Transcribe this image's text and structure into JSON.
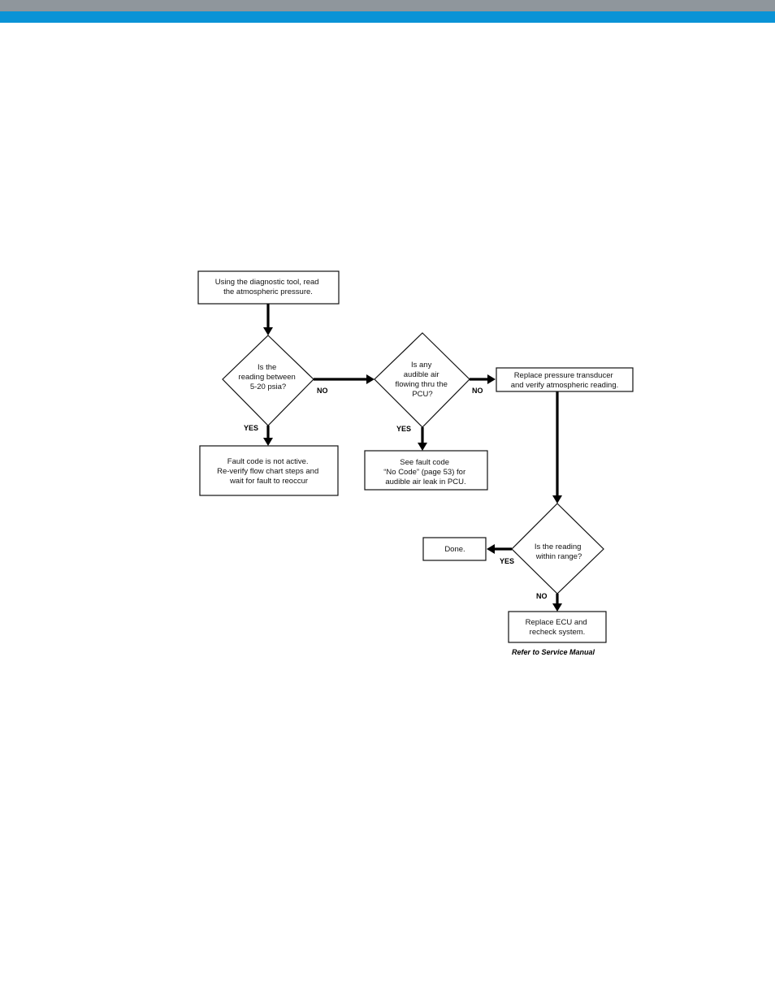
{
  "nodes": {
    "start": {
      "lines": [
        "Using the diagnostic tool, read",
        "the atmospheric pressure."
      ]
    },
    "decision_range": {
      "lines": [
        "Is the",
        "reading between",
        "5-20 psia?"
      ]
    },
    "fault_inactive": {
      "lines": [
        "Fault code is not active.",
        "Re-verify flow chart steps and",
        "wait for fault to reoccur"
      ]
    },
    "decision_air": {
      "lines": [
        "Is any",
        "audible air",
        "flowing thru the",
        "PCU?"
      ]
    },
    "see_fault_code": {
      "lines": [
        "See fault code",
        "“No Code” (page 53) for",
        "audible air leak in PCU."
      ]
    },
    "replace_transducer": {
      "lines": [
        "Replace pressure transducer",
        "and verify atmospheric reading."
      ]
    },
    "decision_within": {
      "lines": [
        "Is the reading",
        "within range?"
      ]
    },
    "done": {
      "lines": [
        "Done."
      ]
    },
    "replace_ecu": {
      "lines": [
        "Replace ECU and",
        "recheck system."
      ]
    }
  },
  "edge_labels": {
    "range_no": "NO",
    "range_yes": "YES",
    "air_no": "NO",
    "air_yes": "YES",
    "within_yes": "YES",
    "within_no": "NO"
  },
  "footnote": "Refer to Service Manual"
}
